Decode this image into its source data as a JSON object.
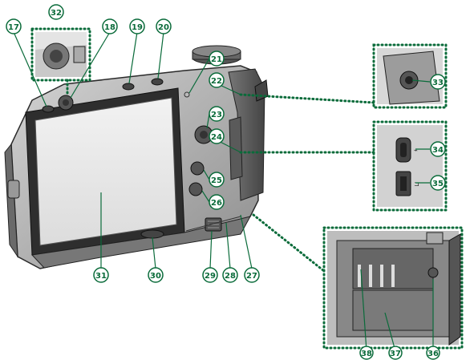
{
  "colors": {
    "callout": "#0a6b3a",
    "leader": "#0a6b3a",
    "camera_dark": "#3a3a3a",
    "camera_mid": "#8a8a8a",
    "camera_light": "#cfcfcf",
    "screen": "#e6e6e6"
  },
  "callouts": {
    "c17": "17",
    "c18": "18",
    "c19": "19",
    "c20": "20",
    "c21": "21",
    "c22": "22",
    "c23": "23",
    "c24": "24",
    "c25": "25",
    "c26": "26",
    "c27": "27",
    "c28": "28",
    "c29": "29",
    "c30": "30",
    "c31": "31",
    "c32": "32",
    "c33": "33",
    "c34": "34",
    "c35": "35",
    "c36": "36",
    "c37": "37",
    "c38": "38"
  },
  "icons": {
    "usb": "usb-symbol",
    "hdmi": "hdmi-symbol"
  }
}
